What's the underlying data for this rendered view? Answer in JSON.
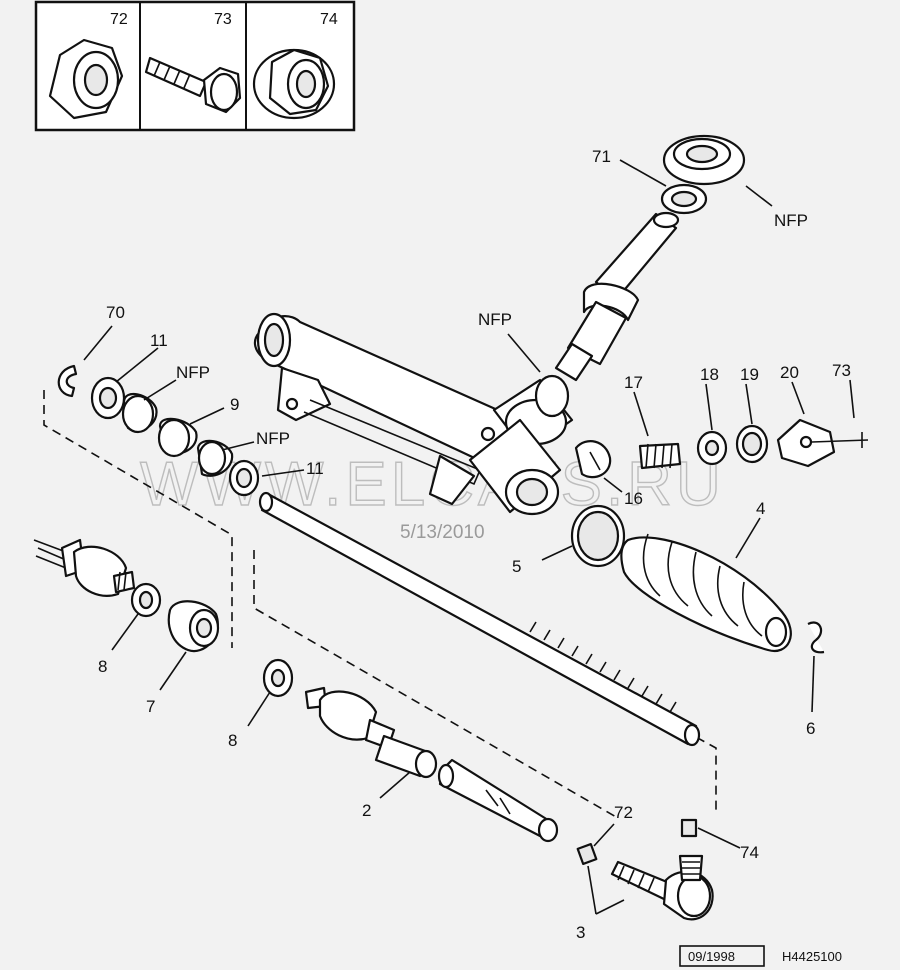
{
  "diagram": {
    "inset_labels": [
      "72",
      "73",
      "74"
    ],
    "callouts": {
      "c71": "71",
      "c_nfp_top": "NFP",
      "c_nfp_mid": "NFP",
      "c70": "70",
      "c11a": "11",
      "c_nfp_left": "NFP",
      "c9": "9",
      "c_nfp_low": "NFP",
      "c11b": "11",
      "c17": "17",
      "c18": "18",
      "c19": "19",
      "c20": "20",
      "c73": "73",
      "c16": "16",
      "c5": "5",
      "c4": "4",
      "c6": "6",
      "c8a": "8",
      "c7": "7",
      "c8b": "8",
      "c2": "2",
      "c72": "72",
      "c74": "74",
      "c3": "3"
    },
    "watermark": "WWW.ELCATS.RU",
    "watermark_date": "5/13/2010",
    "footer_date": "09/1998",
    "footer_code": "H4425100"
  }
}
